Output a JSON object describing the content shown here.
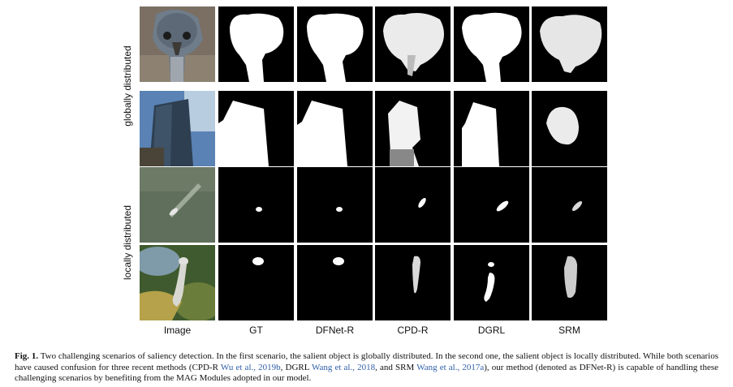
{
  "group_labels": {
    "global": "globally distributed",
    "local": "locally distributed"
  },
  "columns": [
    "Image",
    "GT",
    "DFNet-R",
    "CPD-R",
    "DGRL",
    "SRM"
  ],
  "caption": {
    "fig_label": "Fig. 1.",
    "part1": "Two challenging scenarios of saliency detection. In the first scenario, the salient object is globally distributed. In the second one, the salient object is locally distributed. While both scenarios have caused confusion for three recent methods (CPD-R ",
    "cite1": "Wu et al., 2019b",
    "part2": ", DGRL ",
    "cite2": "Wang et al., 2018",
    "part3": ", and SRM ",
    "cite3": "Wang et al., 2017a",
    "part4": "), our method (denoted as DFNet-R) is capable of handling these challenging scenarios by benefiting from the MAG Modules adopted in our model."
  }
}
